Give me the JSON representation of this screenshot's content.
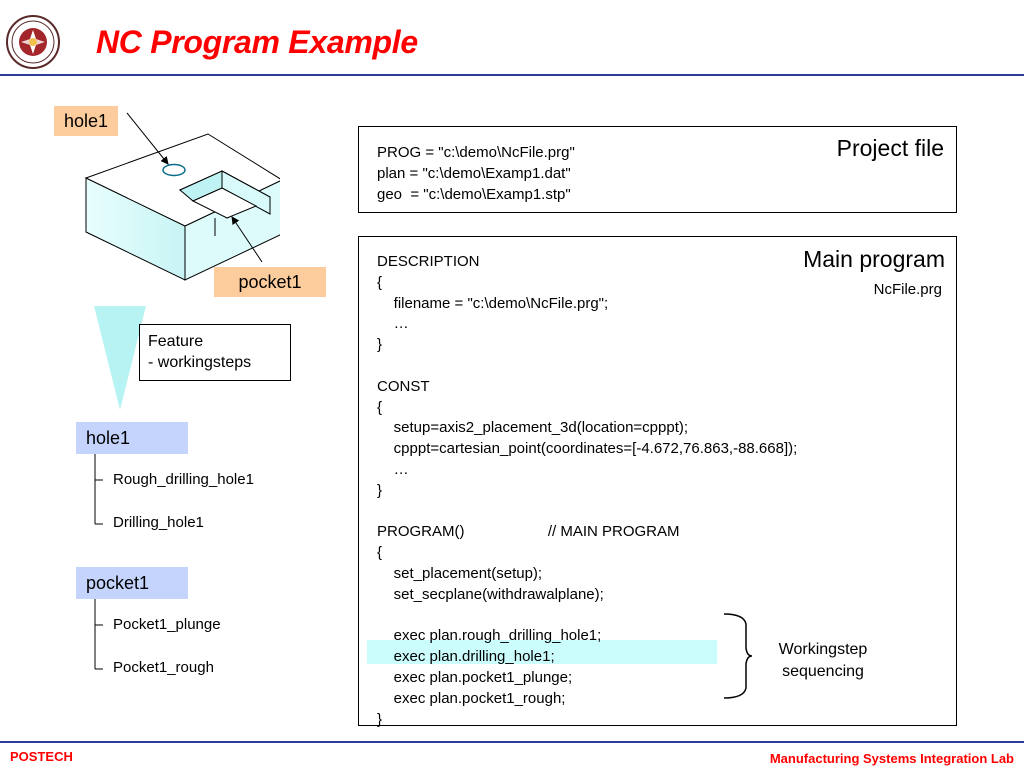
{
  "header": {
    "title": "NC Program Example"
  },
  "diagram": {
    "hole_label": "hole1",
    "pocket_label": "pocket1"
  },
  "feature_box": {
    "line1": "Feature",
    "line2": "- workingsteps"
  },
  "tree": [
    {
      "label": "hole1",
      "children": [
        "Rough_drilling_hole1",
        "Drilling_hole1"
      ]
    },
    {
      "label": "pocket1",
      "children": [
        "Pocket1_plunge",
        "Pocket1_rough"
      ]
    }
  ],
  "project_file": {
    "title": "Project file",
    "lines": [
      "PROG = \"c:\\demo\\NcFile.prg\"",
      "plan = \"c:\\demo\\Examp1.dat\"",
      "geo  = \"c:\\demo\\Examp1.stp\""
    ]
  },
  "main_program": {
    "title": "Main program",
    "subtitle": "NcFile.prg",
    "lines": [
      "DESCRIPTION",
      "{",
      "    filename = \"c:\\demo\\NcFile.prg\";",
      "    …",
      "}",
      "",
      "CONST",
      "{",
      "    setup=axis2_placement_3d(location=cpppt);",
      "    cpppt=cartesian_point(coordinates=[-4.672,76.863,-88.668]);",
      "    …",
      "}",
      "",
      "PROGRAM()                    // MAIN PROGRAM",
      "{",
      "    set_placement(setup);",
      "    set_secplane(withdrawalplane);",
      "",
      "    exec plan.rough_drilling_hole1;",
      "    exec plan.drilling_hole1;",
      "    exec plan.pocket1_plunge;",
      "    exec plan.pocket1_rough;",
      "}"
    ],
    "annotation_line1": "Workingstep",
    "annotation_line2": "sequencing"
  },
  "footer": {
    "left": "POSTECH",
    "right": "Manufacturing Systems Integration Lab"
  },
  "colors": {
    "title": "#ff0000",
    "rule": "#2b3d9c",
    "tag_orange": "#fdcc9c",
    "tag_blue": "#c4d4fd",
    "highlight": "#ccfdfd",
    "arrow": "#b7f3f3"
  }
}
